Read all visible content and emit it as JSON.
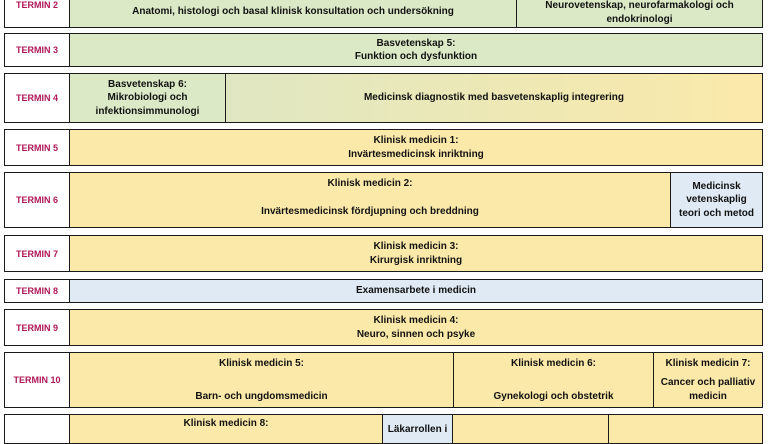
{
  "rows": [
    {
      "term": "TERMIN 2",
      "cells": [
        {
          "lines": [
            "Anatomi, histologi och basal klinisk konsultation och undersökning"
          ]
        },
        {
          "lines": [
            "Neurovetenskap, neurofarmakologi och",
            "endokrinologi"
          ]
        }
      ]
    },
    {
      "term": "TERMIN 3",
      "cells": [
        {
          "lines": [
            "Basvetenskap 5:",
            "Funktion och dysfunktion"
          ]
        }
      ]
    },
    {
      "term": "TERMIN 4",
      "cells": [
        {
          "lines": [
            "Basvetenskap 6:",
            "Mikrobiologi och",
            "infektionsimmunologi"
          ]
        },
        {
          "lines": [
            "Medicinsk diagnostik med basvetenskaplig integrering"
          ]
        }
      ]
    },
    {
      "term": "TERMIN 5",
      "cells": [
        {
          "lines": [
            "Klinisk medicin 1:",
            "Invärtesmedicinsk inriktning"
          ]
        }
      ]
    },
    {
      "term": "TERMIN 6",
      "cells": [
        {
          "lines": [
            "Klinisk medicin 2:",
            "Invärtesmedicinsk fördjupning och breddning"
          ]
        },
        {
          "lines": [
            "Medicinsk",
            "vetenskaplig",
            "teori och metod"
          ]
        }
      ]
    },
    {
      "term": "TERMIN 7",
      "cells": [
        {
          "lines": [
            "Klinisk medicin 3:",
            "Kirurgisk inriktning"
          ]
        }
      ]
    },
    {
      "term": "TERMIN 8",
      "cells": [
        {
          "lines": [
            "Examensarbete i medicin"
          ]
        }
      ]
    },
    {
      "term": "TERMIN 9",
      "cells": [
        {
          "lines": [
            "Klinisk medicin 4:",
            "Neuro, sinnen och psyke"
          ]
        }
      ]
    },
    {
      "term": "TERMIN 10",
      "cells": [
        {
          "lines": [
            "Klinisk medicin 5:",
            "Barn- och ungdomsmedicin"
          ]
        },
        {
          "lines": [
            "Klinisk medicin 6:",
            "Gynekologi och obstetrik"
          ]
        },
        {
          "lines": [
            "Klinisk medicin 7:",
            "Cancer och palliativ",
            "medicin"
          ]
        }
      ]
    },
    {
      "term": "",
      "cells": [
        {
          "lines": [
            "Klinisk medicin 8:"
          ]
        },
        {
          "lines": [
            "Läkarrollen i"
          ]
        },
        {
          "lines": []
        },
        {
          "lines": []
        }
      ]
    }
  ],
  "colors": {
    "term_text": "#b01757",
    "basic_science": "#dbe9c6",
    "clinical": "#fbe9a9",
    "science_method": "#dfeaf4",
    "border": "#1a1a1a"
  }
}
